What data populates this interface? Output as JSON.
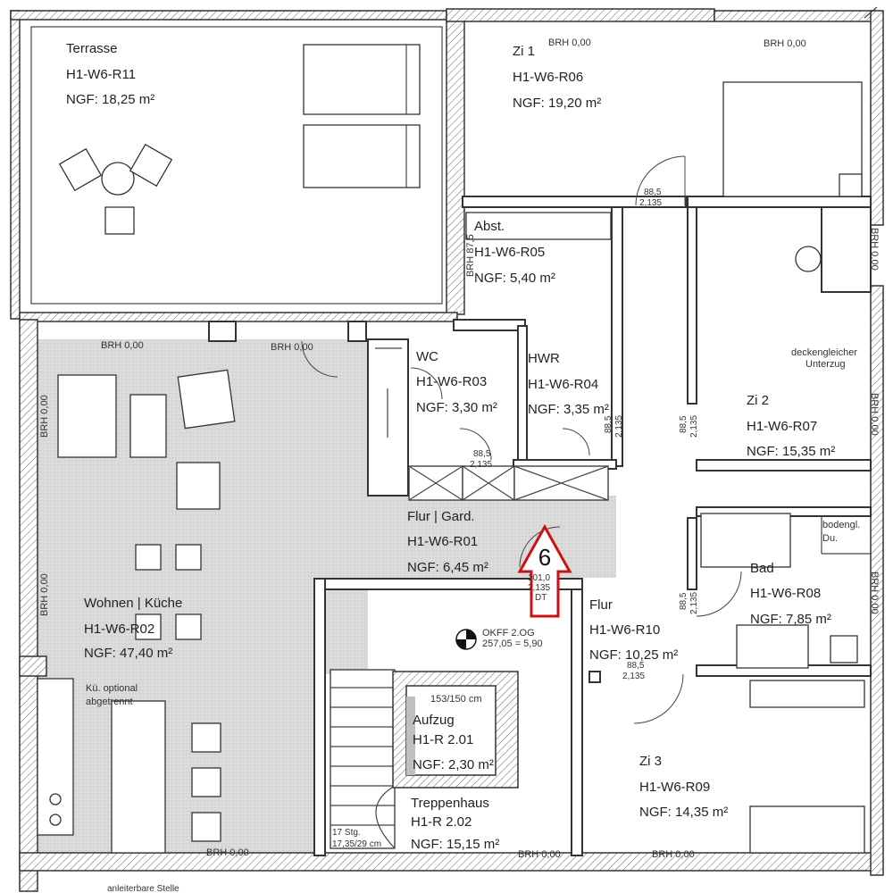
{
  "rooms": {
    "terrasse": {
      "name": "Terrasse",
      "code": "H1-W6-R11",
      "area": "NGF: 18,25 m²"
    },
    "zi1": {
      "name": "Zi 1",
      "code": "H1-W6-R06",
      "area": "NGF: 19,20 m²"
    },
    "abst": {
      "name": "Abst.",
      "code": "H1-W6-R05",
      "area": "NGF: 5,40 m²"
    },
    "wc": {
      "name": "WC",
      "code": "H1-W6-R03",
      "area": "NGF: 3,30 m²"
    },
    "hwr": {
      "name": "HWR",
      "code": "H1-W6-R04",
      "area": "NGF: 3,35 m²"
    },
    "zi2": {
      "name": "Zi 2",
      "code": "H1-W6-R07",
      "area": "NGF: 15,35 m²"
    },
    "flur_gard": {
      "name": "Flur | Gard.",
      "code": "H1-W6-R01",
      "area": "NGF: 6,45 m²"
    },
    "bad": {
      "name": "Bad",
      "code": "H1-W6-R08",
      "area": "NGF: 7,85 m²"
    },
    "wohnen": {
      "name": "Wohnen | Küche",
      "code": "H1-W6-R02",
      "area": "NGF:   47,40 m²"
    },
    "flur": {
      "name": "Flur",
      "code": "H1-W6-R10",
      "area": "NGF: 10,25 m²"
    },
    "aufzug": {
      "name": "Aufzug",
      "code": "H1-R 2.01",
      "area": "NGF: 2,30 m²"
    },
    "zi3": {
      "name": "Zi 3",
      "code": "H1-W6-R09",
      "area": "NGF: 14,35 m²"
    },
    "treppe": {
      "name": "Treppenhaus",
      "code": "H1-R 2.02",
      "area": "NGF: 15,15 m²"
    }
  },
  "annotations": {
    "brh": "BRH 0,00",
    "brh_875": "BRH 87,5",
    "door_885": "88,5",
    "door_2135": "2,135",
    "door_1010": "101,0",
    "dt": "DT",
    "deckengleicher": "deckengleicher",
    "unterzug": "Unterzug",
    "bodengl": "bodengl.",
    "du": "Du.",
    "kue_optional": "Kü. optional",
    "abgetrennt": "abgetrennt",
    "okff": "OKFF 2.OG",
    "okff_value": "257,05 = 5,90",
    "aufzug_size": "153/150 cm",
    "stg_count": "17 Stg.",
    "stg_size": "17,35/29 cm",
    "anleiterbare": "anleiterbare Stelle"
  },
  "marker": {
    "label": "6",
    "color": "#cc1111"
  }
}
